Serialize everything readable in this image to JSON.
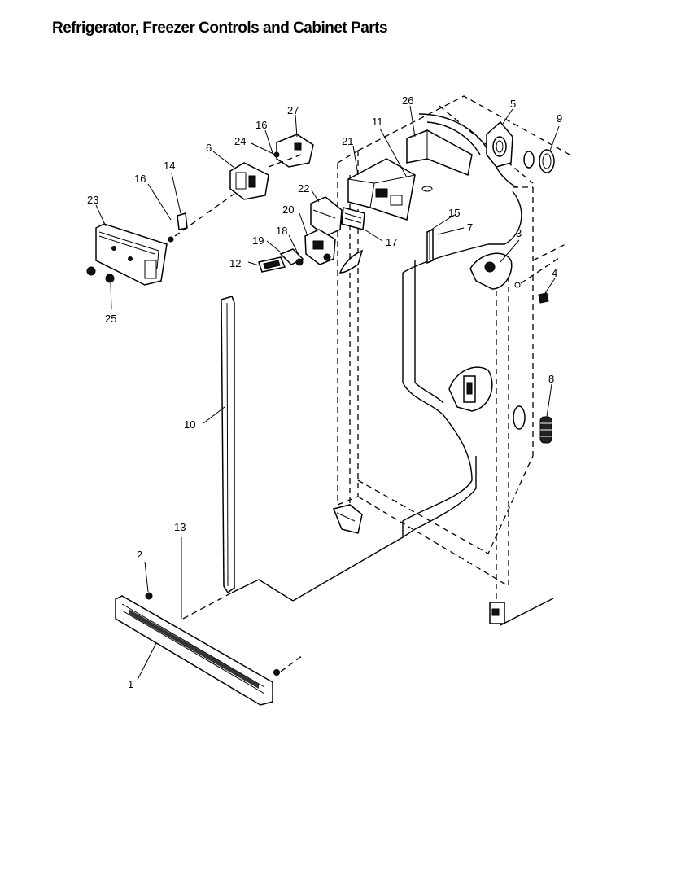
{
  "header": {
    "title": "Refrigerator, Freezer Controls and Cabinet Parts"
  },
  "callouts": [
    {
      "id": "c1",
      "label": "1"
    },
    {
      "id": "c2",
      "label": "2"
    },
    {
      "id": "c3",
      "label": "3"
    },
    {
      "id": "c4",
      "label": "4"
    },
    {
      "id": "c5",
      "label": "5"
    },
    {
      "id": "c6",
      "label": "6"
    },
    {
      "id": "c7",
      "label": "7"
    },
    {
      "id": "c8",
      "label": "8"
    },
    {
      "id": "c9",
      "label": "9"
    },
    {
      "id": "c10",
      "label": "10"
    },
    {
      "id": "c11",
      "label": "11"
    },
    {
      "id": "c12",
      "label": "12"
    },
    {
      "id": "c13",
      "label": "13"
    },
    {
      "id": "c14",
      "label": "14"
    },
    {
      "id": "c15",
      "label": "15"
    },
    {
      "id": "c16a",
      "label": "16"
    },
    {
      "id": "c16b",
      "label": "16"
    },
    {
      "id": "c17",
      "label": "17"
    },
    {
      "id": "c18",
      "label": "18"
    },
    {
      "id": "c19",
      "label": "19"
    },
    {
      "id": "c20",
      "label": "20"
    },
    {
      "id": "c21",
      "label": "21"
    },
    {
      "id": "c22",
      "label": "22"
    },
    {
      "id": "c23",
      "label": "23"
    },
    {
      "id": "c24",
      "label": "24"
    },
    {
      "id": "c25",
      "label": "25"
    },
    {
      "id": "c26",
      "label": "26"
    },
    {
      "id": "c27",
      "label": "27"
    }
  ]
}
